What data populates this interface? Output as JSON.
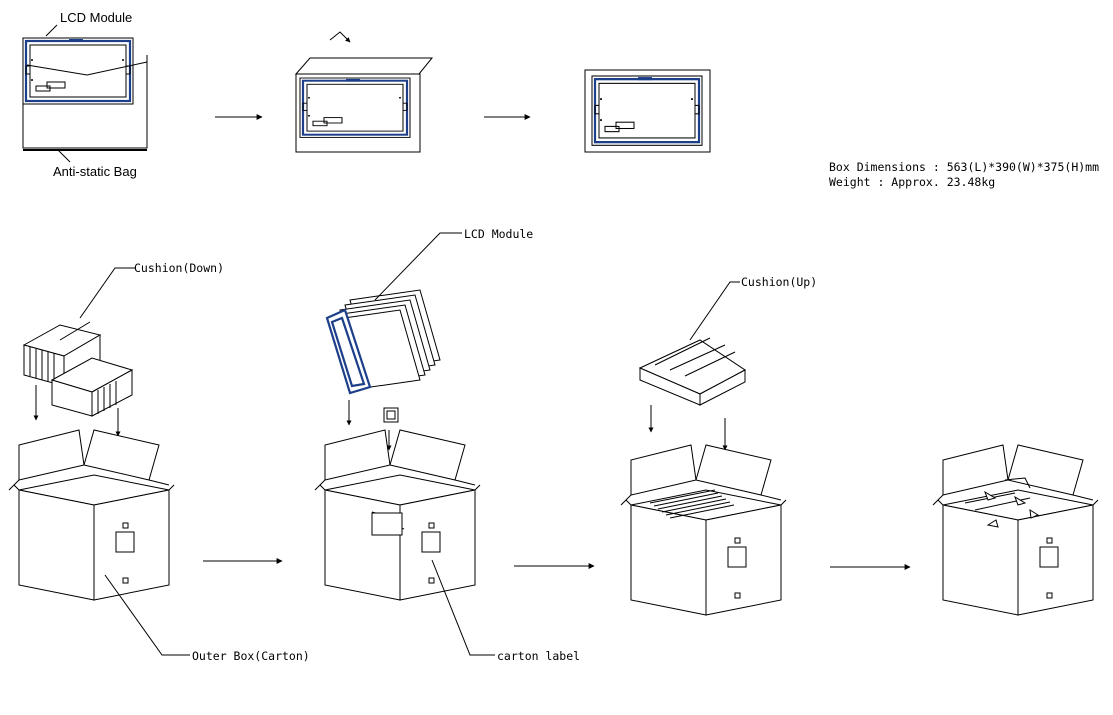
{
  "top_labels": {
    "lcd_module": "LCD  Module",
    "anti_static_bag": "Anti-static Bag"
  },
  "specs": {
    "dimensions": "Box Dimensions : 563(L)*390(W)*375(H)mm",
    "weight": "Weight : Approx. 23.48kg"
  },
  "bottom_labels": {
    "cushion_down": "Cushion(Down)",
    "lcd_module": "LCD Module",
    "cushion_up": "Cushion(Up)",
    "outer_box": "Outer Box(Carton)",
    "carton_label": "carton label"
  },
  "colors": {
    "module_frame": "#1d3f8a",
    "line": "#000000"
  }
}
